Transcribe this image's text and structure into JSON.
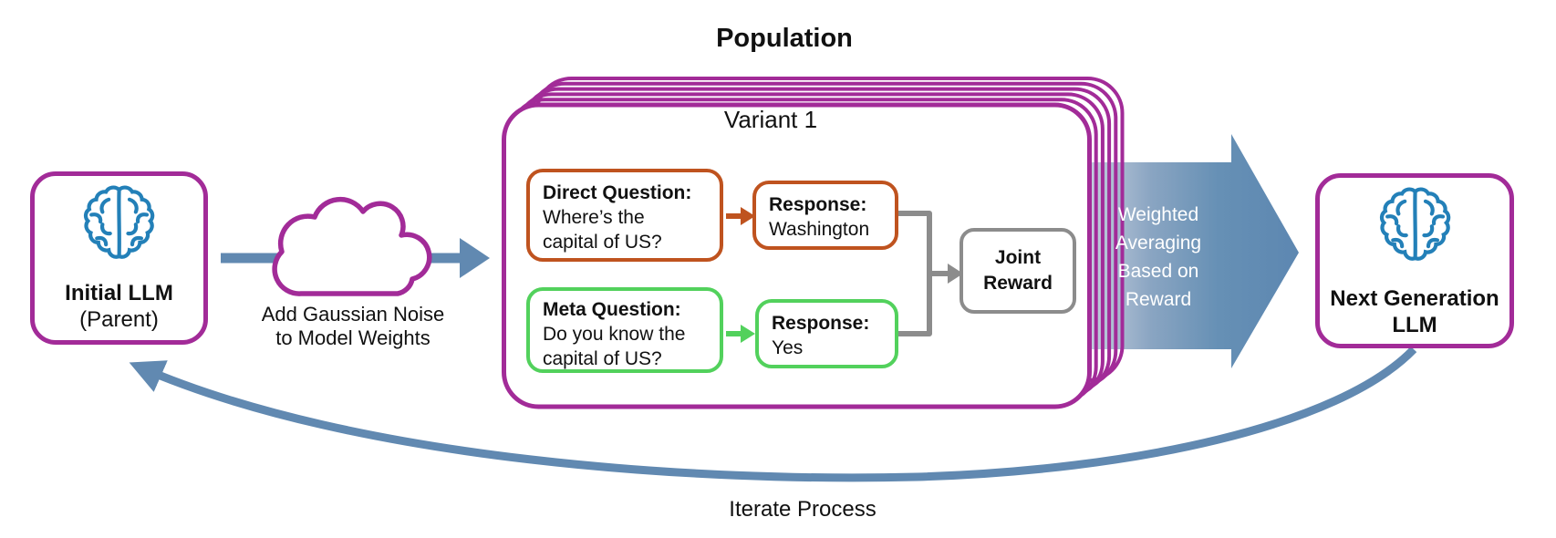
{
  "diagram": {
    "population_title": "Population",
    "variant_label": "Variant 1",
    "initial_llm": {
      "title": "Initial LLM",
      "subtitle": "(Parent)"
    },
    "noise_step": {
      "line1": "Add Gaussian Noise",
      "line2": "to Model Weights"
    },
    "direct_question": {
      "label": "Direct Question:",
      "line1": "Where’s the",
      "line2": "capital of US?"
    },
    "direct_response": {
      "label": "Response:",
      "value": "Washington"
    },
    "meta_question": {
      "label": "Meta Question:",
      "line1": "Do you know the",
      "line2": "capital of US?"
    },
    "meta_response": {
      "label": "Response:",
      "value": "Yes"
    },
    "joint_reward": {
      "line1": "Joint",
      "line2": "Reward"
    },
    "weighted_arrow": {
      "line1": "Weighted",
      "line2": "Averaging",
      "line3": "Based on",
      "line4": "Reward"
    },
    "next_gen_llm": {
      "line1": "Next Generation",
      "line2": "LLM"
    },
    "iterate_label": "Iterate Process",
    "icons": {
      "brain": "brain-icon",
      "cloud": "gaussian-noise-cloud-icon"
    },
    "colors": {
      "purple": "#a22b98",
      "orange": "#bf531f",
      "green": "#52d15c",
      "steel_blue": "#6189b1",
      "gray": "#8c8c8c",
      "brain_blue": "#2380b8",
      "text": "#111111"
    }
  }
}
